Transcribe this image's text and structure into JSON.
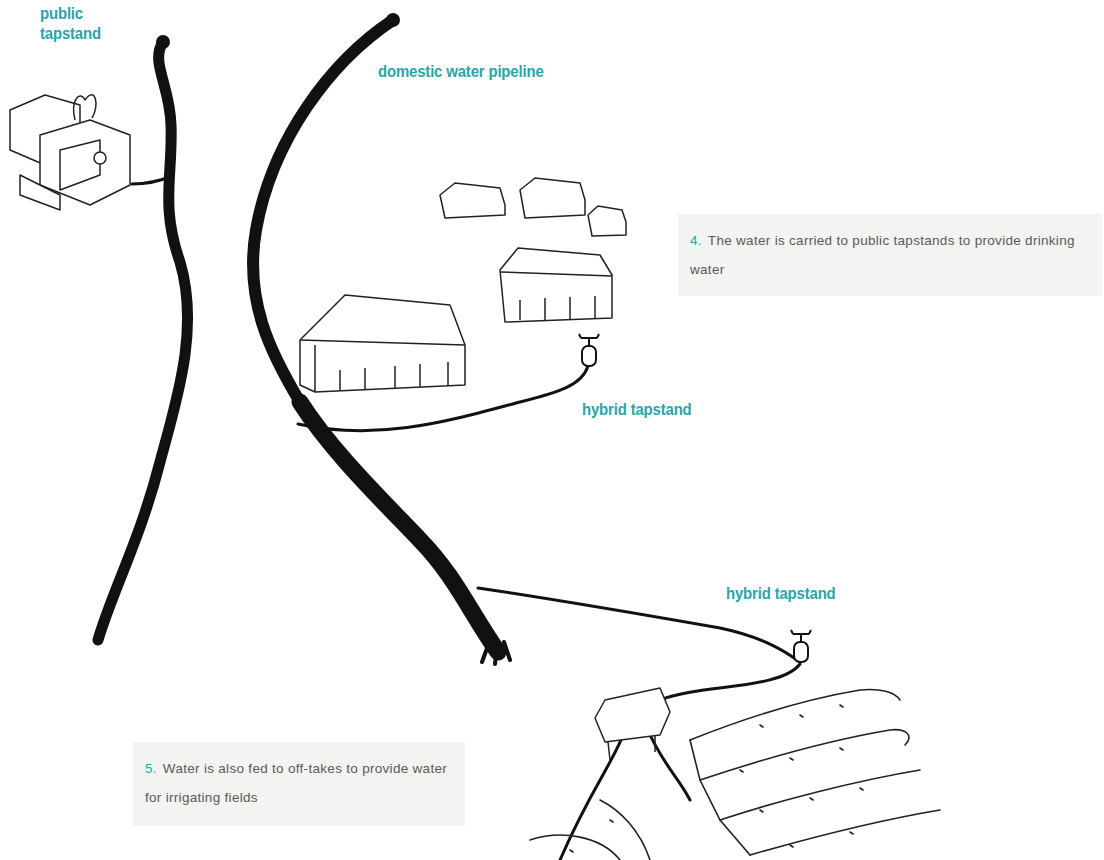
{
  "diagram": {
    "nodes": [
      {
        "text": [
          "4.",
          "The water is carried to public tapstands to provide drinking water"
        ]
      },
      {
        "text": [
          "5.",
          "Water is also fed to off-takes to provide water for irrigating fields"
        ]
      }
    ],
    "labels": [
      "public tapstand",
      "domestic water pipeline",
      "hybrid tapstand",
      "hybrid tapstand"
    ]
  }
}
